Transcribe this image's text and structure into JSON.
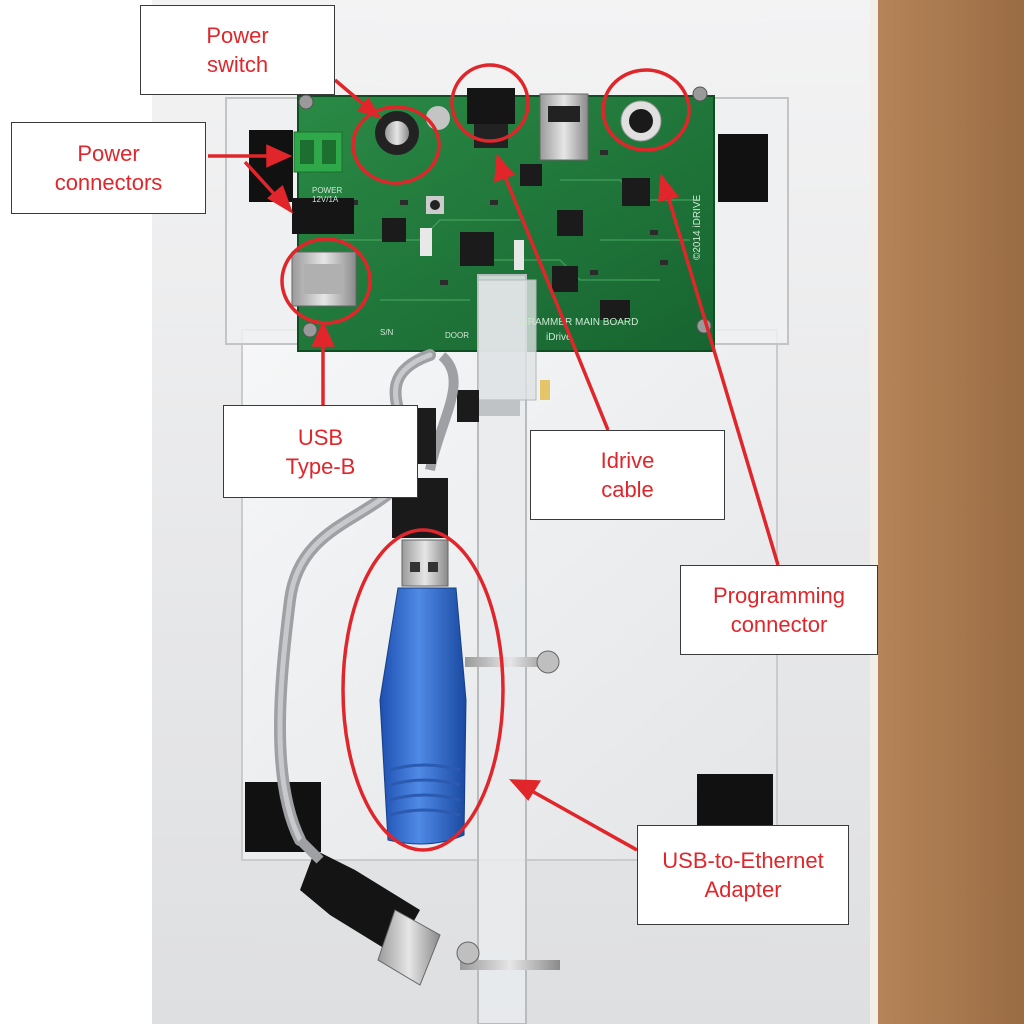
{
  "labels": {
    "power_switch": [
      "Power",
      "switch"
    ],
    "power_connectors": [
      "Power",
      "connectors"
    ],
    "usb_type_b": [
      "USB",
      "Type-B"
    ],
    "idrive_cable": [
      "Idrive",
      "cable"
    ],
    "programming_connector": [
      "Programming",
      "connector"
    ],
    "usb_to_ethernet": [
      "USB-to-Ethernet",
      "Adapter"
    ]
  },
  "board_silkscreen": {
    "power": "POWER",
    "voltage": "12V/1A",
    "main_board": "GRAMMER MAIN BOARD",
    "brand": "iDrive",
    "copyright": "©2014 iDRIVE",
    "serial": "S/N",
    "door": "DOOR"
  },
  "colors": {
    "annotation": "#e0262b",
    "pcb": "#1f7a3a",
    "adapter": "#2a63c4"
  }
}
